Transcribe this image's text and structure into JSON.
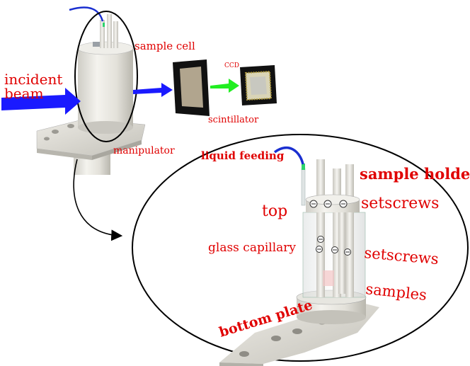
{
  "labels": {
    "incident_beam_line1": "incident",
    "incident_beam_line2": "beam",
    "sample_cell": "sample cell",
    "ccd": "CCD",
    "scintillator": "scintillator",
    "manipulator": "manipulator",
    "liquid_feeding": "liquid feeding",
    "sample_holder": "sample holder",
    "top": "top",
    "setscrews_top": "setscrews",
    "glass_capillary": "glass capillary",
    "setscrews_mid": "setscrews",
    "samples": "samples",
    "bottom_plate": "bottom plate"
  },
  "colors": {
    "label_red": "#e00000",
    "beam_blue": "#1a1aff",
    "ccd_green": "#22ee22",
    "feeding_tube_blue": "#1a2fd0",
    "outline_black": "#000000"
  }
}
